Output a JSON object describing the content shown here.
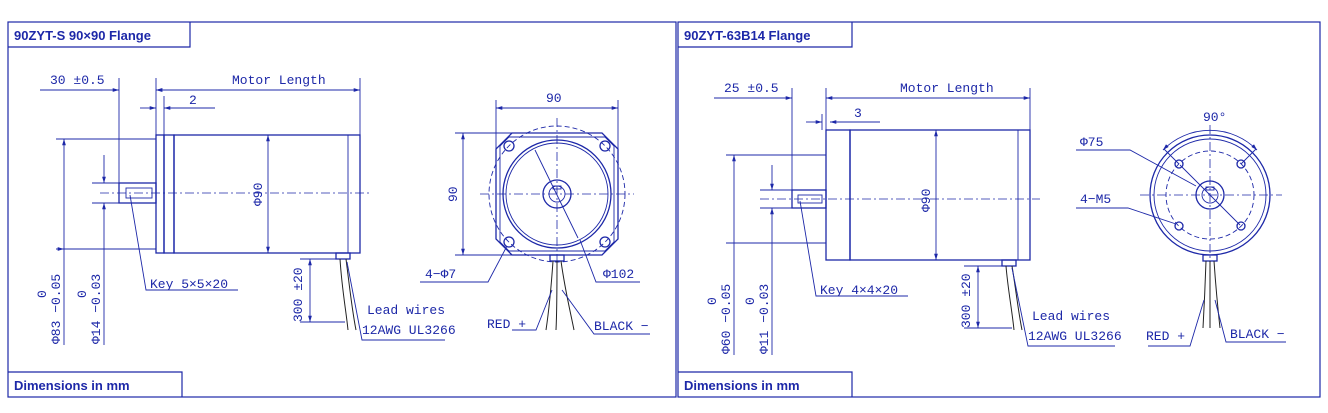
{
  "colors": {
    "line": "#1d28a8",
    "background": "#ffffff",
    "wire": "#222222"
  },
  "left": {
    "title": "90ZYT-S 90×90 Flange",
    "footer": "Dimensions in mm",
    "dim_30": "30 ±0.5",
    "motor_length": "Motor Length",
    "dim_2": "2",
    "dim_body_dia": "Φ90",
    "key": "Key 5×5×20",
    "shaft_top": "0",
    "shaft_bottom": "Φ14 −0.03",
    "pilot_top": "0",
    "pilot_bottom": "Φ83 −0.05",
    "lead_len": "300 ±20",
    "lead_wires": "Lead wires",
    "wire_spec": "12AWG UL3266",
    "square_w": "90",
    "square_h": "90",
    "holes": "4−Φ7",
    "pcd": "Φ102",
    "red": "RED +",
    "black": "BLACK −"
  },
  "right": {
    "title": "90ZYT-63B14 Flange",
    "footer": "Dimensions in mm",
    "dim_25": "25 ±0.5",
    "motor_length": "Motor Length",
    "dim_3": "3",
    "dim_body_dia": "Φ90",
    "key": "Key 4×4×20",
    "shaft_top": "0",
    "shaft_bottom": "Φ11 −0.03",
    "pilot_top": "0",
    "pilot_bottom": "Φ60 −0.05",
    "lead_len": "300 ±20",
    "lead_wires": "Lead wires",
    "wire_spec": "12AWG UL3266",
    "angle": "90°",
    "pcd": "Φ75",
    "holes": "4−M5",
    "red": "RED +",
    "black": "BLACK −"
  }
}
